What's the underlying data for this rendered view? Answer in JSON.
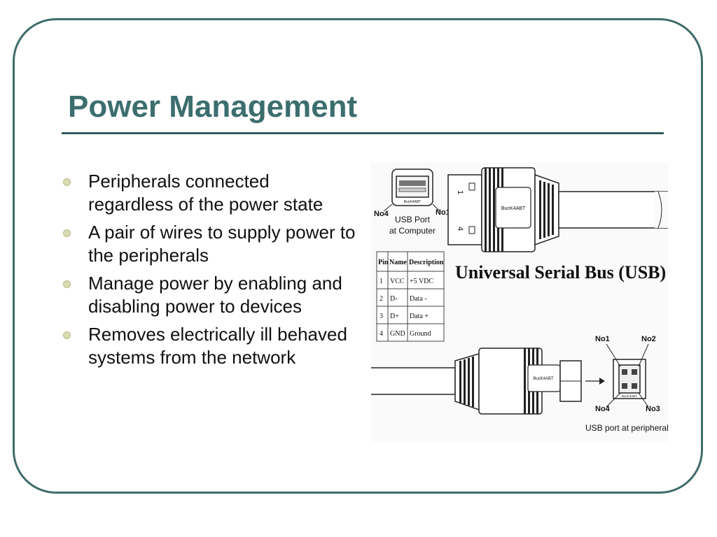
{
  "slide": {
    "title": "Power Management",
    "bullets": [
      "Peripherals connected regardless of the power state",
      "A pair of wires to supply power to the peripherals",
      "Manage power by enabling and disabling power to devices",
      "Removes electrically ill behaved systems from the network"
    ]
  },
  "diagram": {
    "heading": "Universal Serial Bus (USB)",
    "computer_port": {
      "label_line1": "USB  Port",
      "label_line2": "at Computer",
      "left_pin": "No4",
      "right_pin": "No1"
    },
    "peripheral_port": {
      "label": "USB  port  at peripheral",
      "pins": [
        "No1",
        "No2",
        "No4",
        "No3"
      ]
    },
    "plug_brand": "BucK4ABT",
    "plug_pin_numbers": [
      "1",
      "4"
    ],
    "table": {
      "headers": [
        "Pin",
        "Name",
        "Description"
      ],
      "rows": [
        [
          "1",
          "VCC",
          "+5 VDC"
        ],
        [
          "2",
          "D-",
          "Data -"
        ],
        [
          "3",
          "D+",
          "Data +"
        ],
        [
          "4",
          "GND",
          "Ground"
        ]
      ]
    }
  }
}
